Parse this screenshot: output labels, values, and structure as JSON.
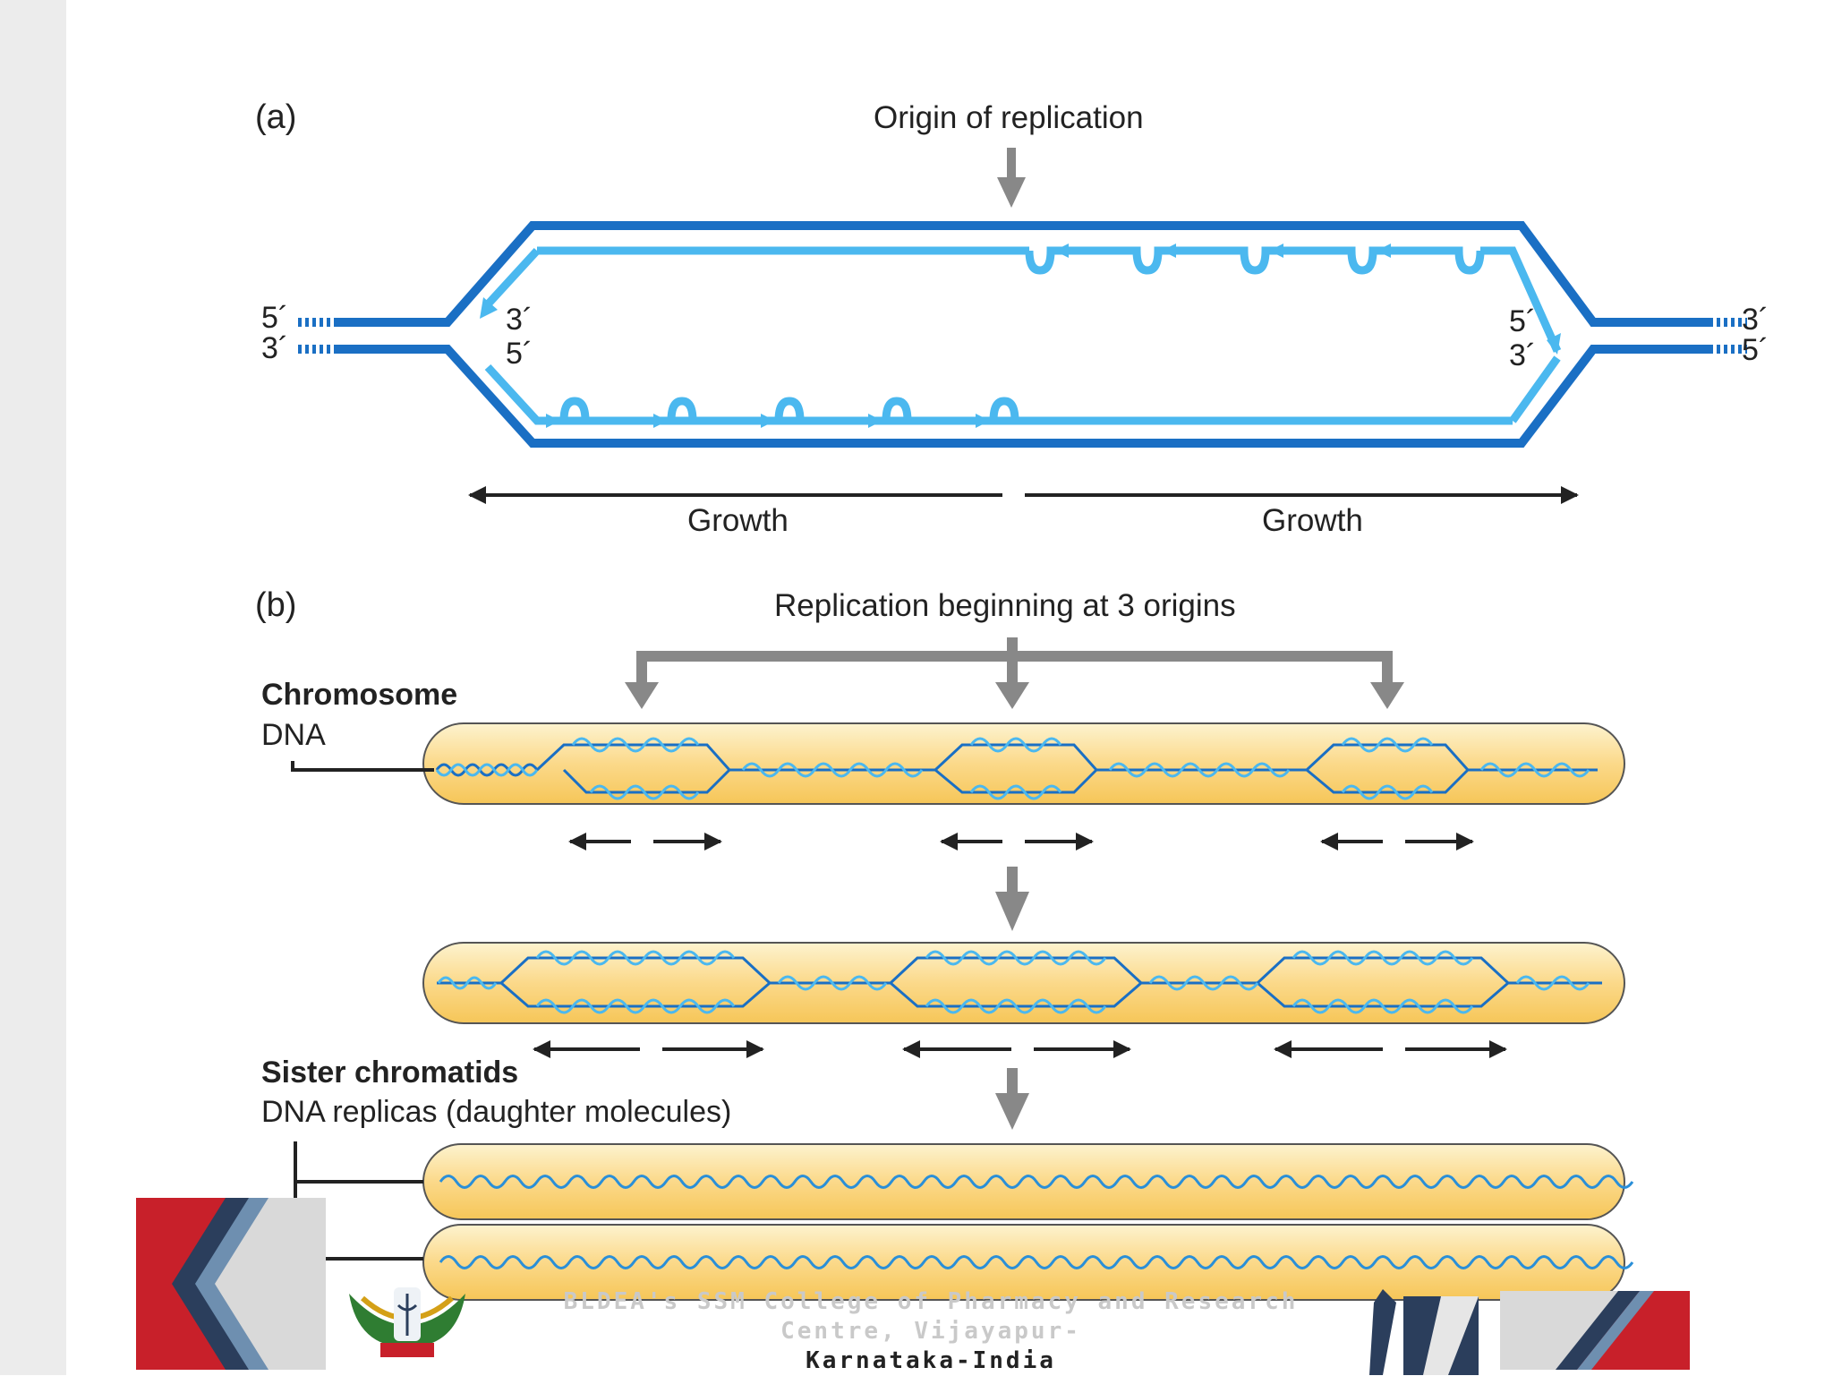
{
  "panel_a": {
    "label": "(a)",
    "origin_label": "Origin of replication",
    "left_top_end": "5´",
    "left_bottom_end": "3´",
    "left_inner_top": "3´",
    "left_inner_bottom": "5´",
    "right_inner_top": "5´",
    "right_inner_bottom": "3´",
    "right_top_end": "3´",
    "right_bottom_end": "5´",
    "growth_left": "Growth",
    "growth_right": "Growth"
  },
  "panel_b": {
    "label": "(b)",
    "origins_label": "Replication beginning at 3 origins",
    "chromosome_title": "Chromosome",
    "chromosome_sub": "DNA",
    "sister_title": "Sister chromatids",
    "sister_sub": "DNA replicas (daughter molecules)"
  },
  "footer": {
    "line1": "BLDEA's SSM College of Pharmacy and Research Centre, Vijayapur-",
    "line2": "Karnataka-India"
  },
  "colors": {
    "dark_blue": "#1a6fc4",
    "light_blue": "#4bb8ef",
    "arrow_gray": "#888888",
    "chromosome_fill": "#fbdc8e",
    "footer_red": "#c8202a",
    "footer_navy": "#2b3e5c"
  },
  "icons": [
    "down-arrow-icon",
    "college-logo-icon"
  ]
}
